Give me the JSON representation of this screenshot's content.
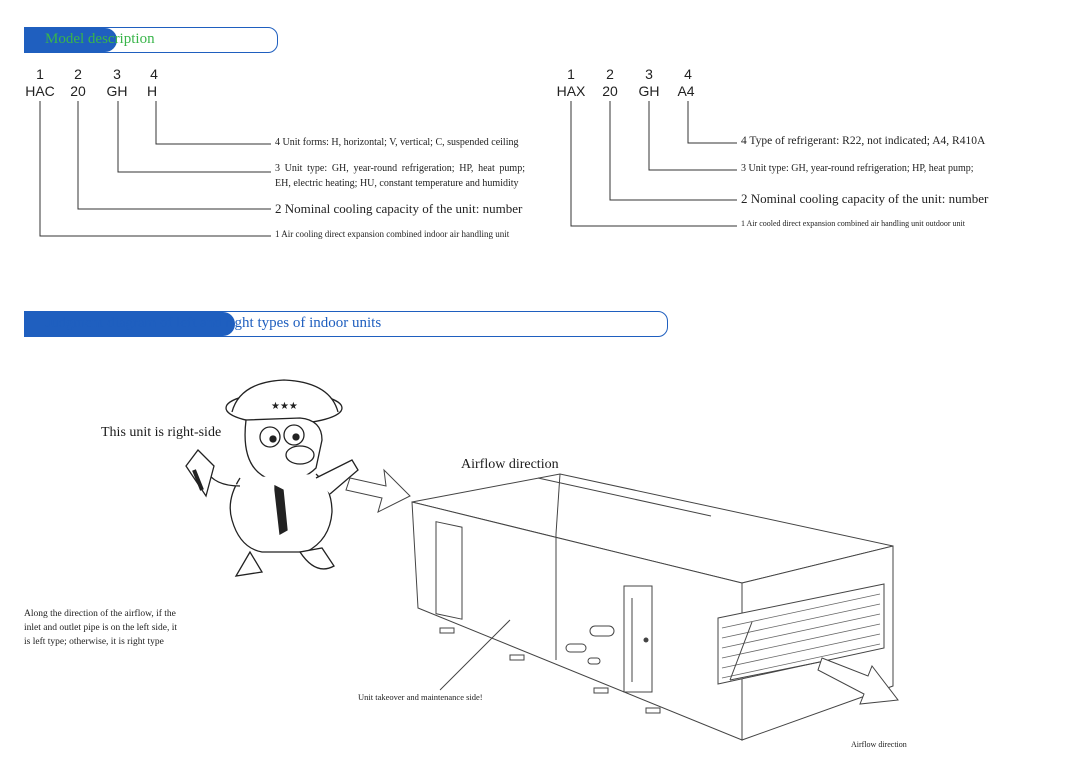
{
  "model_section": {
    "title": "Model description"
  },
  "left_model": {
    "numbers": [
      "1",
      "2",
      "3",
      "4"
    ],
    "codes": [
      "HAC",
      "20",
      "GH",
      "H"
    ],
    "desc4": "4 Unit forms: H, horizontal; V, vertical; C, suspended ceiling",
    "desc3_line1": "3 Unit type: GH, year-round refrigeration; HP, heat pump;",
    "desc3_line2": "EH, electric heating; HU, constant temperature and humidity",
    "desc2": "2 Nominal cooling capacity of the unit: number",
    "desc1": "1 Air cooling direct expansion combined indoor air handling unit"
  },
  "right_model": {
    "numbers": [
      "1",
      "2",
      "3",
      "4"
    ],
    "codes": [
      "HAX",
      "20",
      "GH",
      "A4"
    ],
    "desc4": "4 Type of refrigerant: R22, not indicated; A4, R410A",
    "desc3": "3 Unit type: GH, year-round refrigeration; HP, heat pump;",
    "desc2": "2 Nominal cooling capacity of the unit: number",
    "desc1": "1 Air cooled direct expansion combined air handling unit outdoor unit"
  },
  "judgment_section": {
    "title": "Judgment diagram of left and right types of indoor units"
  },
  "diagram": {
    "right_side_label": "This unit is right-side",
    "airflow_top": "Airflow direction",
    "airflow_bottom": "Airflow direction",
    "maintenance_side": "Unit takeover and maintenance side!",
    "note_line1": "Along the direction of the airflow, if the",
    "note_line2": "inlet and outlet pipe is on the left side, it",
    "note_line3": "is left type; otherwise, it is right type"
  }
}
